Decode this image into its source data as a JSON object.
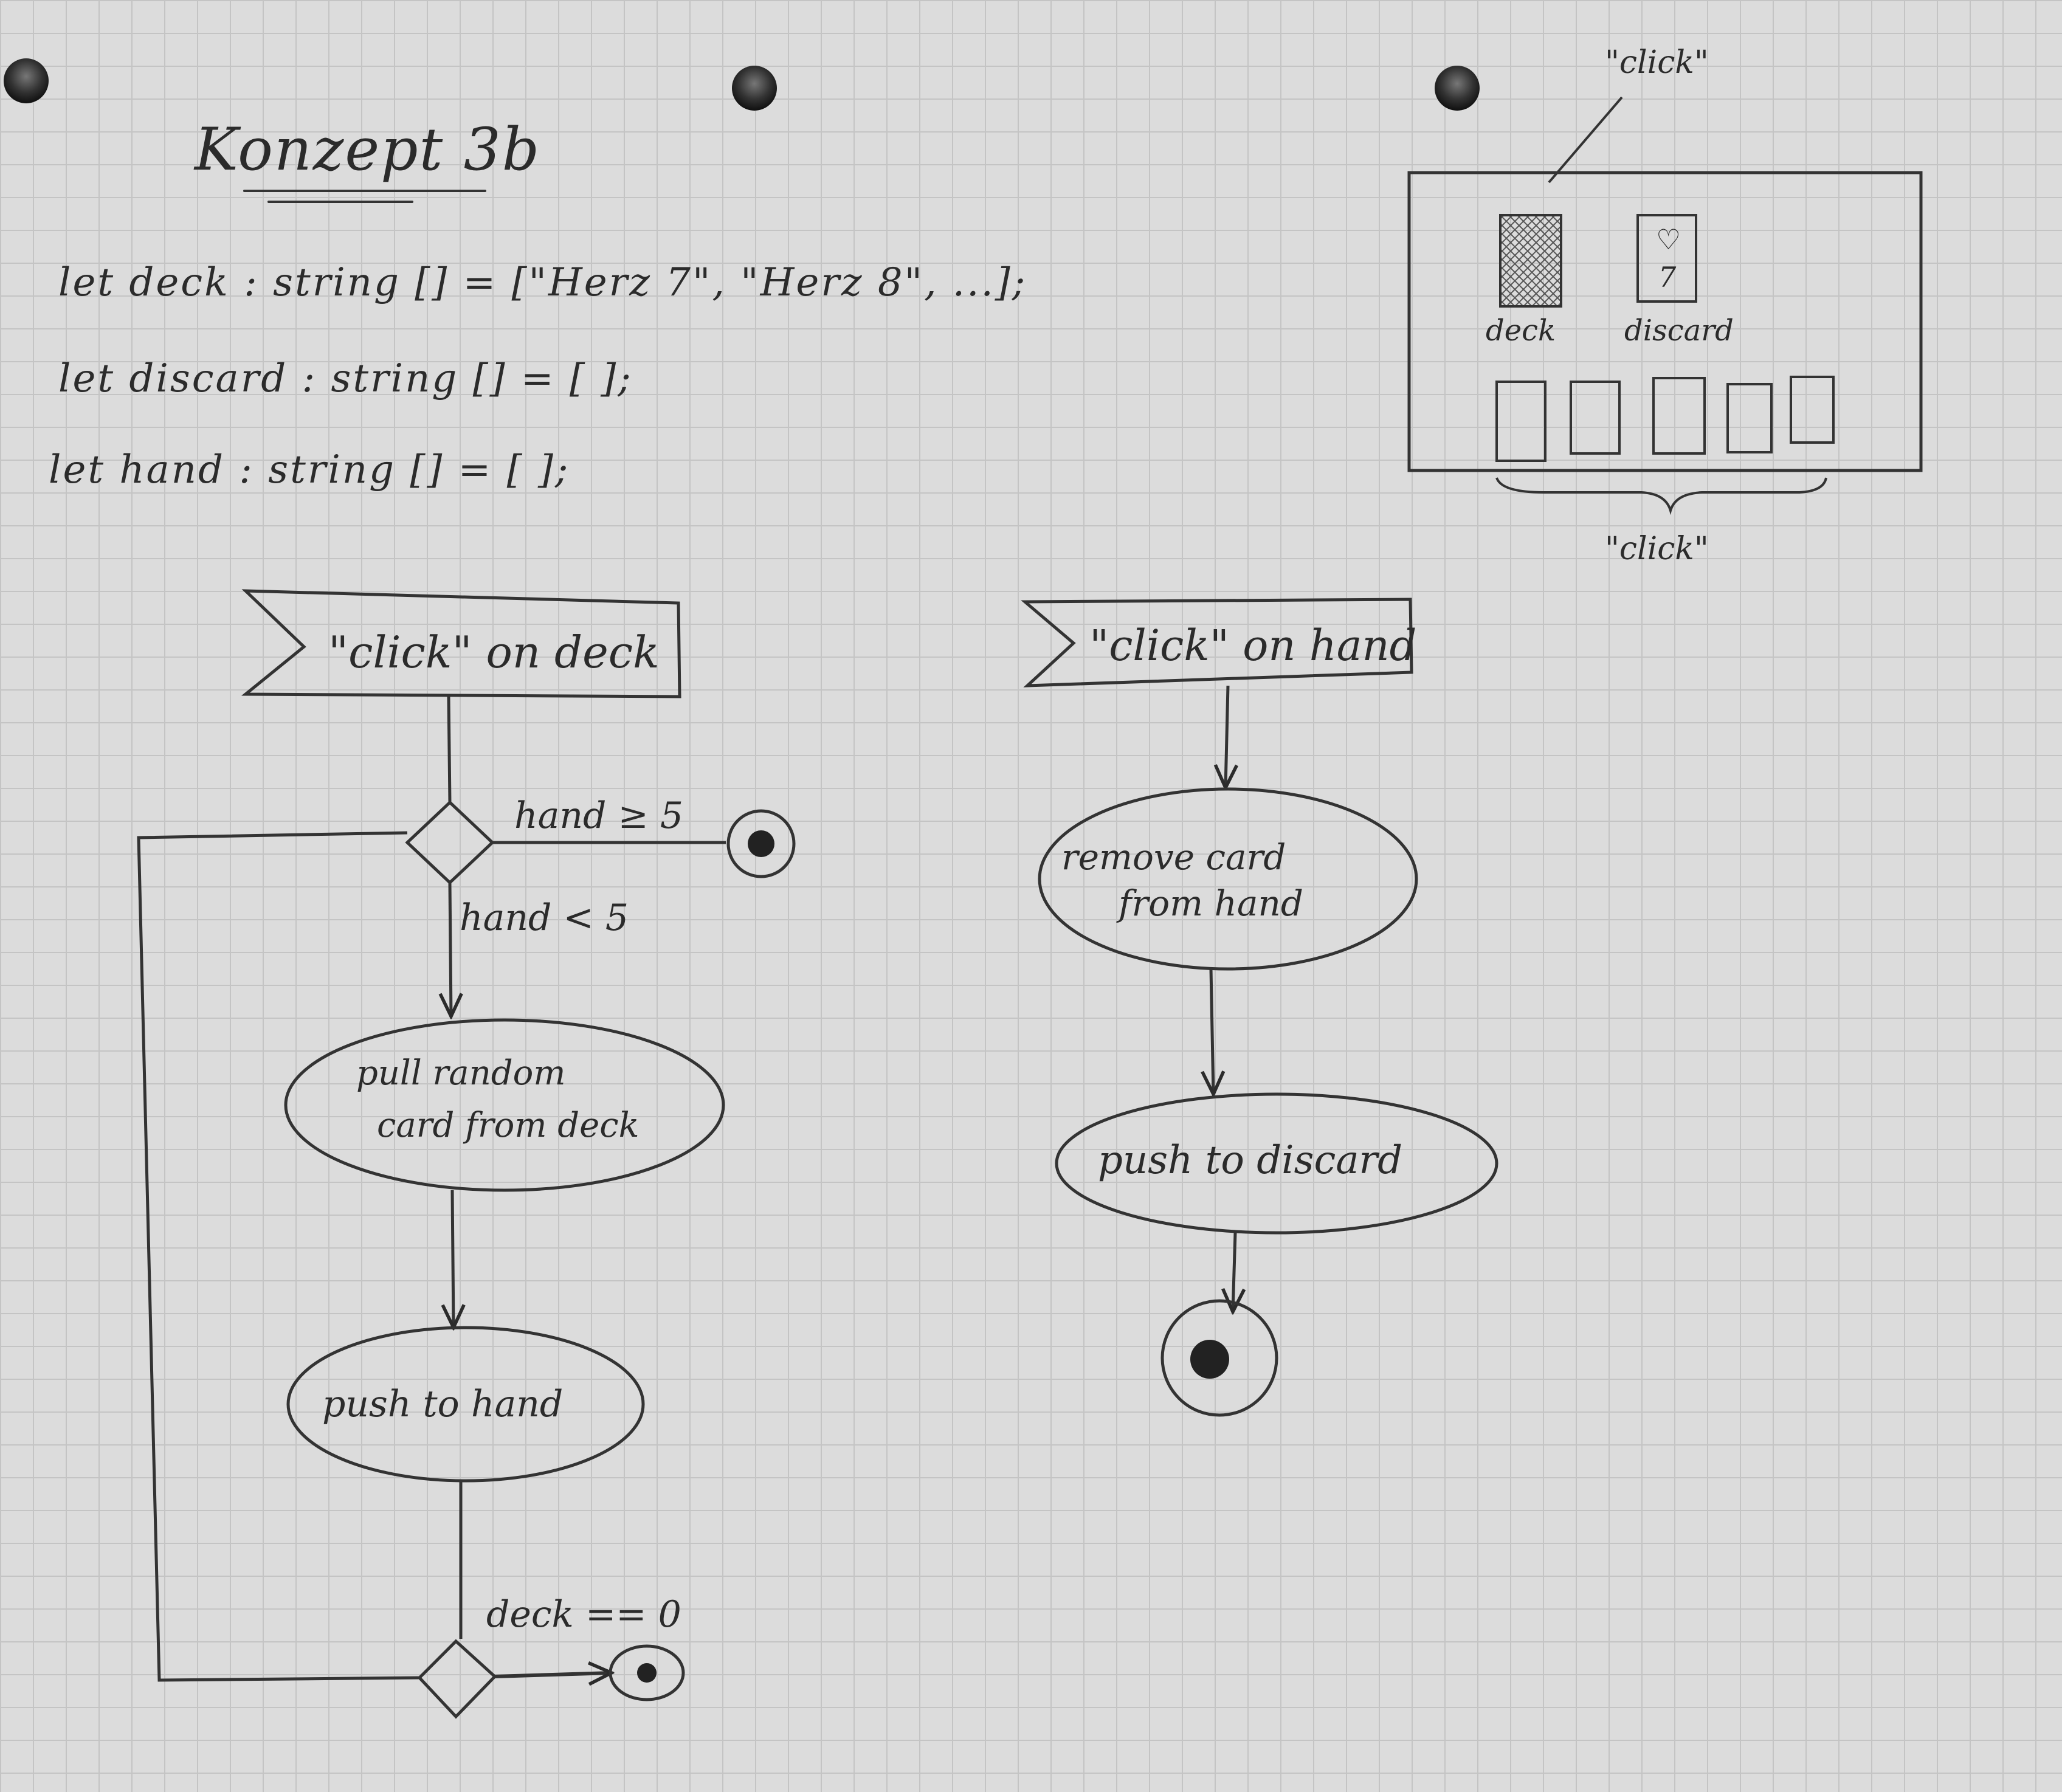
{
  "title": "Konzept 3b",
  "code_lines": [
    "let deck : string [] = [\"Herz 7\", \"Herz 8\", ...];",
    "let discard : string [] = [ ];",
    "let hand : string [] = [ ];"
  ],
  "ui_mock": {
    "click_label_top": "\"click\"",
    "deck_label": "deck",
    "discard_label": "discard",
    "discard_card_suit": "♡",
    "discard_card_value": "7",
    "hand_card_count": 5,
    "click_label_bottom": "\"click\""
  },
  "flow_deck": {
    "trigger": "\"click\" on deck",
    "condition_stop": "hand ≥ 5",
    "condition_continue": "hand < 5",
    "action_1_line1": "pull random",
    "action_1_line2": "card from deck",
    "action_2": "push to hand",
    "condition_end": "deck == 0"
  },
  "flow_hand": {
    "trigger": "\"click\" on hand",
    "action_1_line1": "remove card",
    "action_1_line2": "from hand",
    "action_2": "push to discard"
  }
}
